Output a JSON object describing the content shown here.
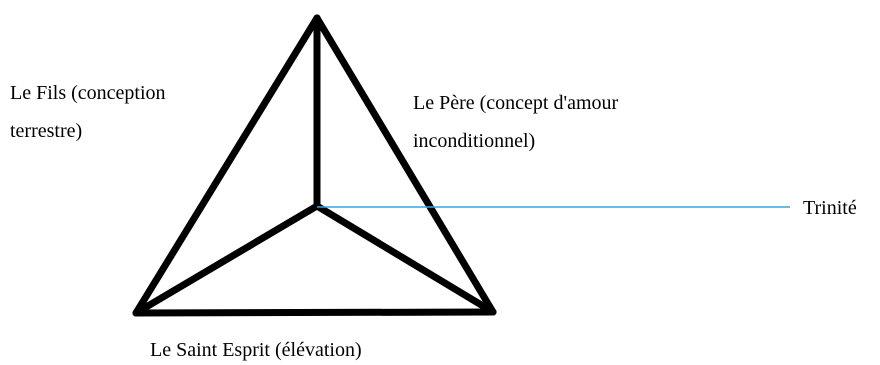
{
  "diagram": {
    "labels": {
      "son": [
        "Le Fils (conception",
        "terrestre)"
      ],
      "father": [
        "Le Père (concept d'amour",
        "inconditionnel)"
      ],
      "trinity": "Trinité",
      "spirit": "Le Saint Esprit (élévation)"
    },
    "colors": {
      "edges": "#000000",
      "pointer": "#3aa6d8",
      "text": "#000000"
    }
  }
}
